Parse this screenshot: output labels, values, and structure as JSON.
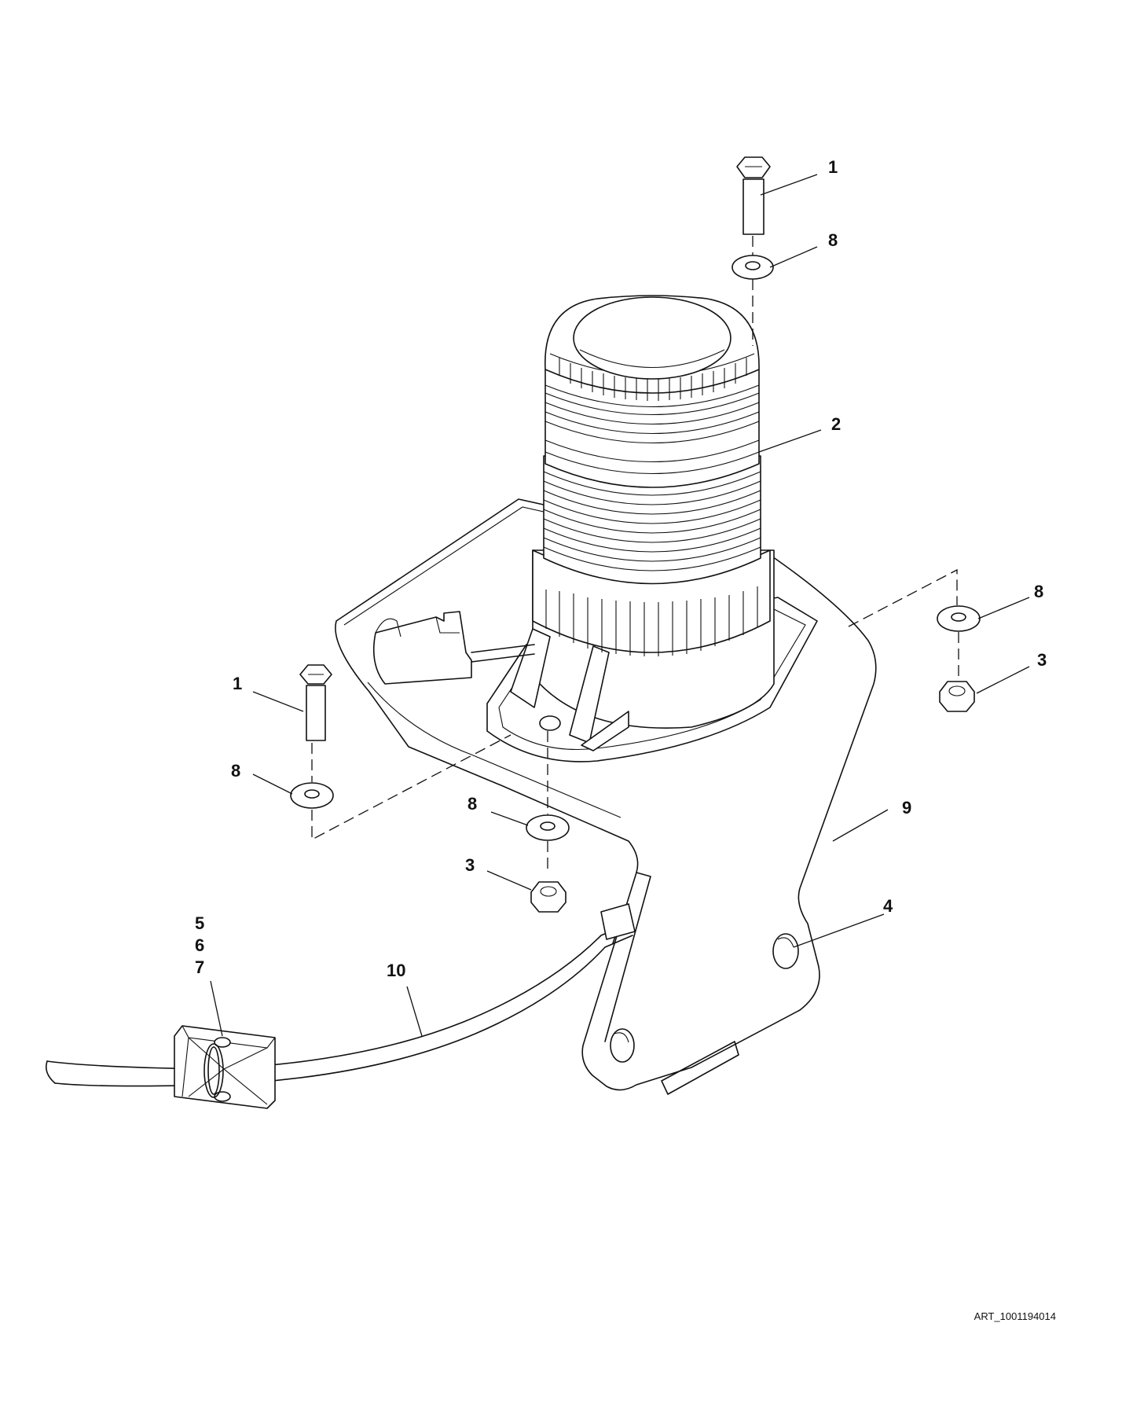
{
  "diagram": {
    "art_number": "ART_1001194014",
    "callouts": [
      {
        "id": "c1a",
        "text": "1"
      },
      {
        "id": "c8a",
        "text": "8"
      },
      {
        "id": "c2",
        "text": "2"
      },
      {
        "id": "c8b",
        "text": "8"
      },
      {
        "id": "c3a",
        "text": "3"
      },
      {
        "id": "c1b",
        "text": "1"
      },
      {
        "id": "c8c",
        "text": "8"
      },
      {
        "id": "c9",
        "text": "9"
      },
      {
        "id": "c8d",
        "text": "8"
      },
      {
        "id": "c3b",
        "text": "3"
      },
      {
        "id": "c4",
        "text": "4"
      },
      {
        "id": "c5",
        "text": "5"
      },
      {
        "id": "c6",
        "text": "6"
      },
      {
        "id": "c7",
        "text": "7"
      },
      {
        "id": "c10",
        "text": "10"
      }
    ]
  }
}
